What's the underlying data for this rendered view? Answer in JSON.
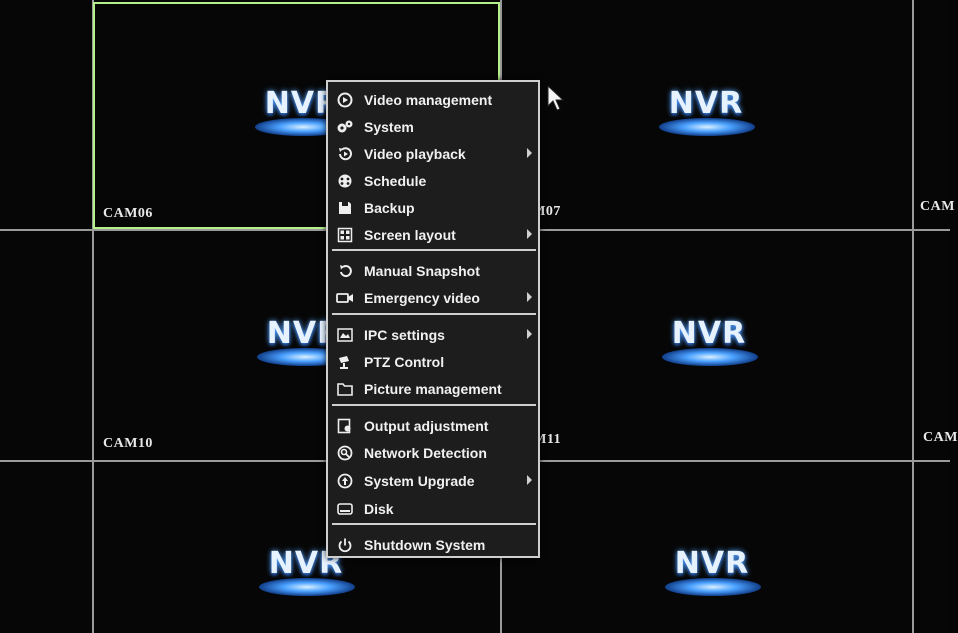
{
  "screen": {
    "logo_text": "NVR",
    "accent_selected": "#b6f08a",
    "cameras": {
      "cam06": "CAM06",
      "cam07": "CAM07",
      "cam10": "CAM10",
      "cam11": "CAM11",
      "right_top": "CAM",
      "right_mid": "CAM"
    }
  },
  "menu": {
    "items": [
      {
        "label": "Video management",
        "icon": "video-management-icon",
        "submenu": false
      },
      {
        "label": "System",
        "icon": "system-gears-icon",
        "submenu": false
      },
      {
        "label": "Video playback",
        "icon": "playback-icon",
        "submenu": true
      },
      {
        "label": "Schedule",
        "icon": "schedule-icon",
        "submenu": false
      },
      {
        "label": "Backup",
        "icon": "backup-icon",
        "submenu": false
      },
      {
        "label": "Screen layout",
        "icon": "screen-layout-icon",
        "submenu": true
      },
      {
        "label": "Manual Snapshot",
        "icon": "snapshot-icon",
        "submenu": false
      },
      {
        "label": "Emergency video",
        "icon": "emergency-video-icon",
        "submenu": true
      },
      {
        "label": "IPC settings",
        "icon": "ipc-settings-icon",
        "submenu": true
      },
      {
        "label": "PTZ Control",
        "icon": "ptz-control-icon",
        "submenu": false
      },
      {
        "label": "Picture management",
        "icon": "folder-icon",
        "submenu": false
      },
      {
        "label": "Output adjustment",
        "icon": "output-adjustment-icon",
        "submenu": false
      },
      {
        "label": "Network Detection",
        "icon": "network-detection-icon",
        "submenu": false
      },
      {
        "label": "System Upgrade",
        "icon": "upgrade-icon",
        "submenu": true
      },
      {
        "label": "Disk",
        "icon": "disk-icon",
        "submenu": false
      },
      {
        "label": "Shutdown System",
        "icon": "power-icon",
        "submenu": false
      }
    ]
  }
}
